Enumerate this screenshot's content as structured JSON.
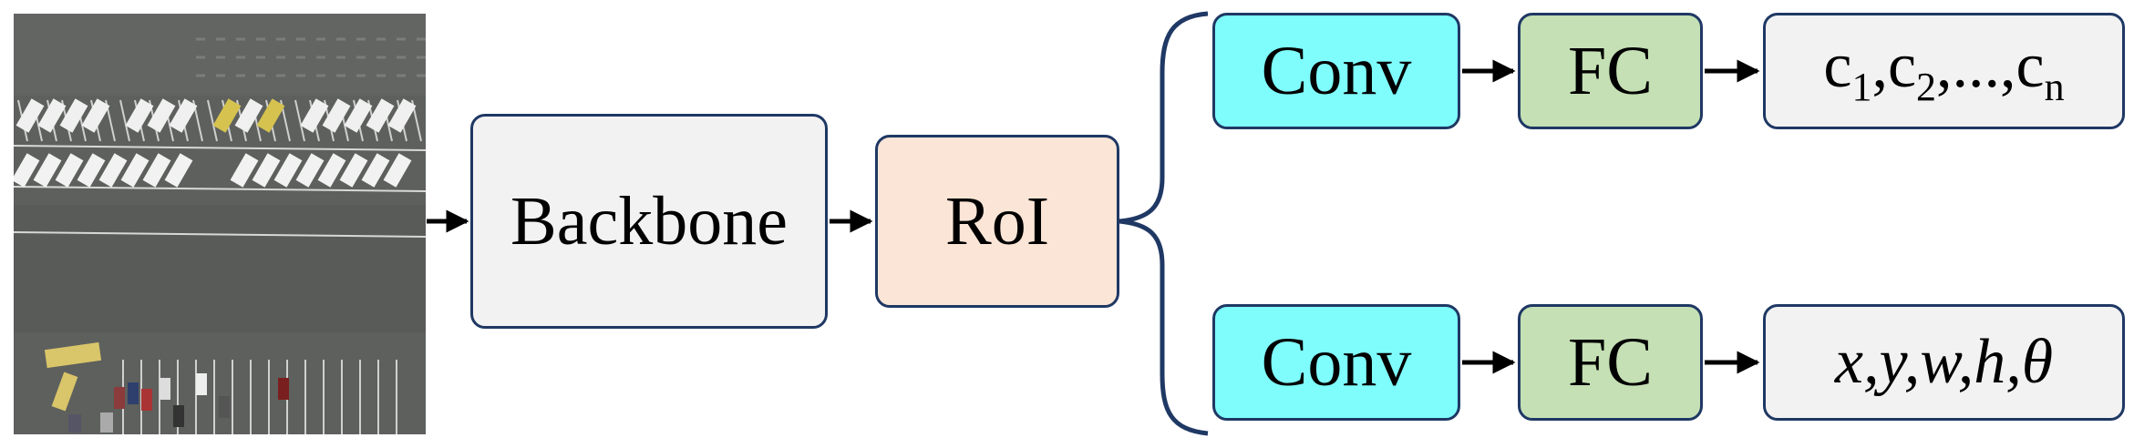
{
  "diagram": {
    "input_image": {
      "content": "aerial view of a parking lot with parked cars and buses"
    },
    "backbone": {
      "label": "Backbone"
    },
    "roi": {
      "label": "RoI"
    },
    "branch_top": {
      "conv": "Conv",
      "fc": "FC",
      "output": {
        "c": "c",
        "sub1": "1",
        "sep1": ",",
        "sub2": "2",
        "sep2": ",...,",
        "subn": "n"
      }
    },
    "branch_bottom": {
      "conv": "Conv",
      "fc": "FC",
      "output": "x,y,w,h,θ"
    },
    "colors": {
      "border": "#1f3864",
      "backbone_fill": "#f2f2f2",
      "roi_fill": "#fbe5d6",
      "conv_fill": "#7ffcfc",
      "fc_fill": "#c5e0b4",
      "output_fill": "#f2f2f2",
      "bracket": "#1f3864",
      "arrow": "#000000",
      "asphalt": "#5c5f5c"
    }
  }
}
